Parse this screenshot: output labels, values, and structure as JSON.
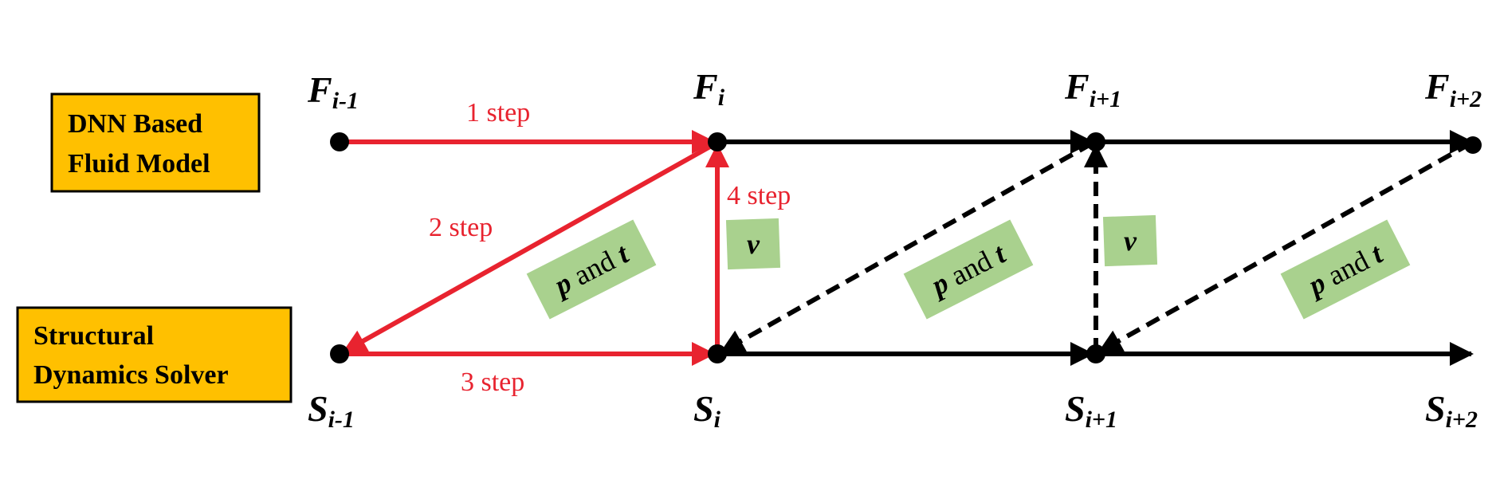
{
  "boxes": {
    "fluid": {
      "line1": "DNN Based",
      "line2": "Fluid Model"
    },
    "structural": {
      "line1": "Structural",
      "line2": "Dynamics Solver"
    }
  },
  "nodes": {
    "f_prev": {
      "base": "F",
      "sub": "i-1"
    },
    "f_i": {
      "base": "F",
      "sub": "i"
    },
    "f_next": {
      "base": "F",
      "sub": "i+1"
    },
    "f_next2": {
      "base": "F",
      "sub": "i+2"
    },
    "s_prev": {
      "base": "S",
      "sub": "i-1"
    },
    "s_i": {
      "base": "S",
      "sub": "i"
    },
    "s_next": {
      "base": "S",
      "sub": "i+1"
    },
    "s_next2": {
      "base": "S",
      "sub": "i+2"
    }
  },
  "steps": {
    "step1": "1 step",
    "step2": "2 step",
    "step3": "3 step",
    "step4": "4 step"
  },
  "transfer_labels": {
    "pt_1": {
      "p": "p",
      "and": " and ",
      "t": "t"
    },
    "pt_2": {
      "p": "p",
      "and": " and ",
      "t": "t"
    },
    "pt_3": {
      "p": "p",
      "and": " and ",
      "t": "t"
    },
    "v_1": "v",
    "v_2": "v"
  },
  "colors": {
    "box_fill": "#ffc000",
    "label_fill": "#a9d18e",
    "active_arrow": "#e8232f",
    "arrow": "#000000"
  }
}
